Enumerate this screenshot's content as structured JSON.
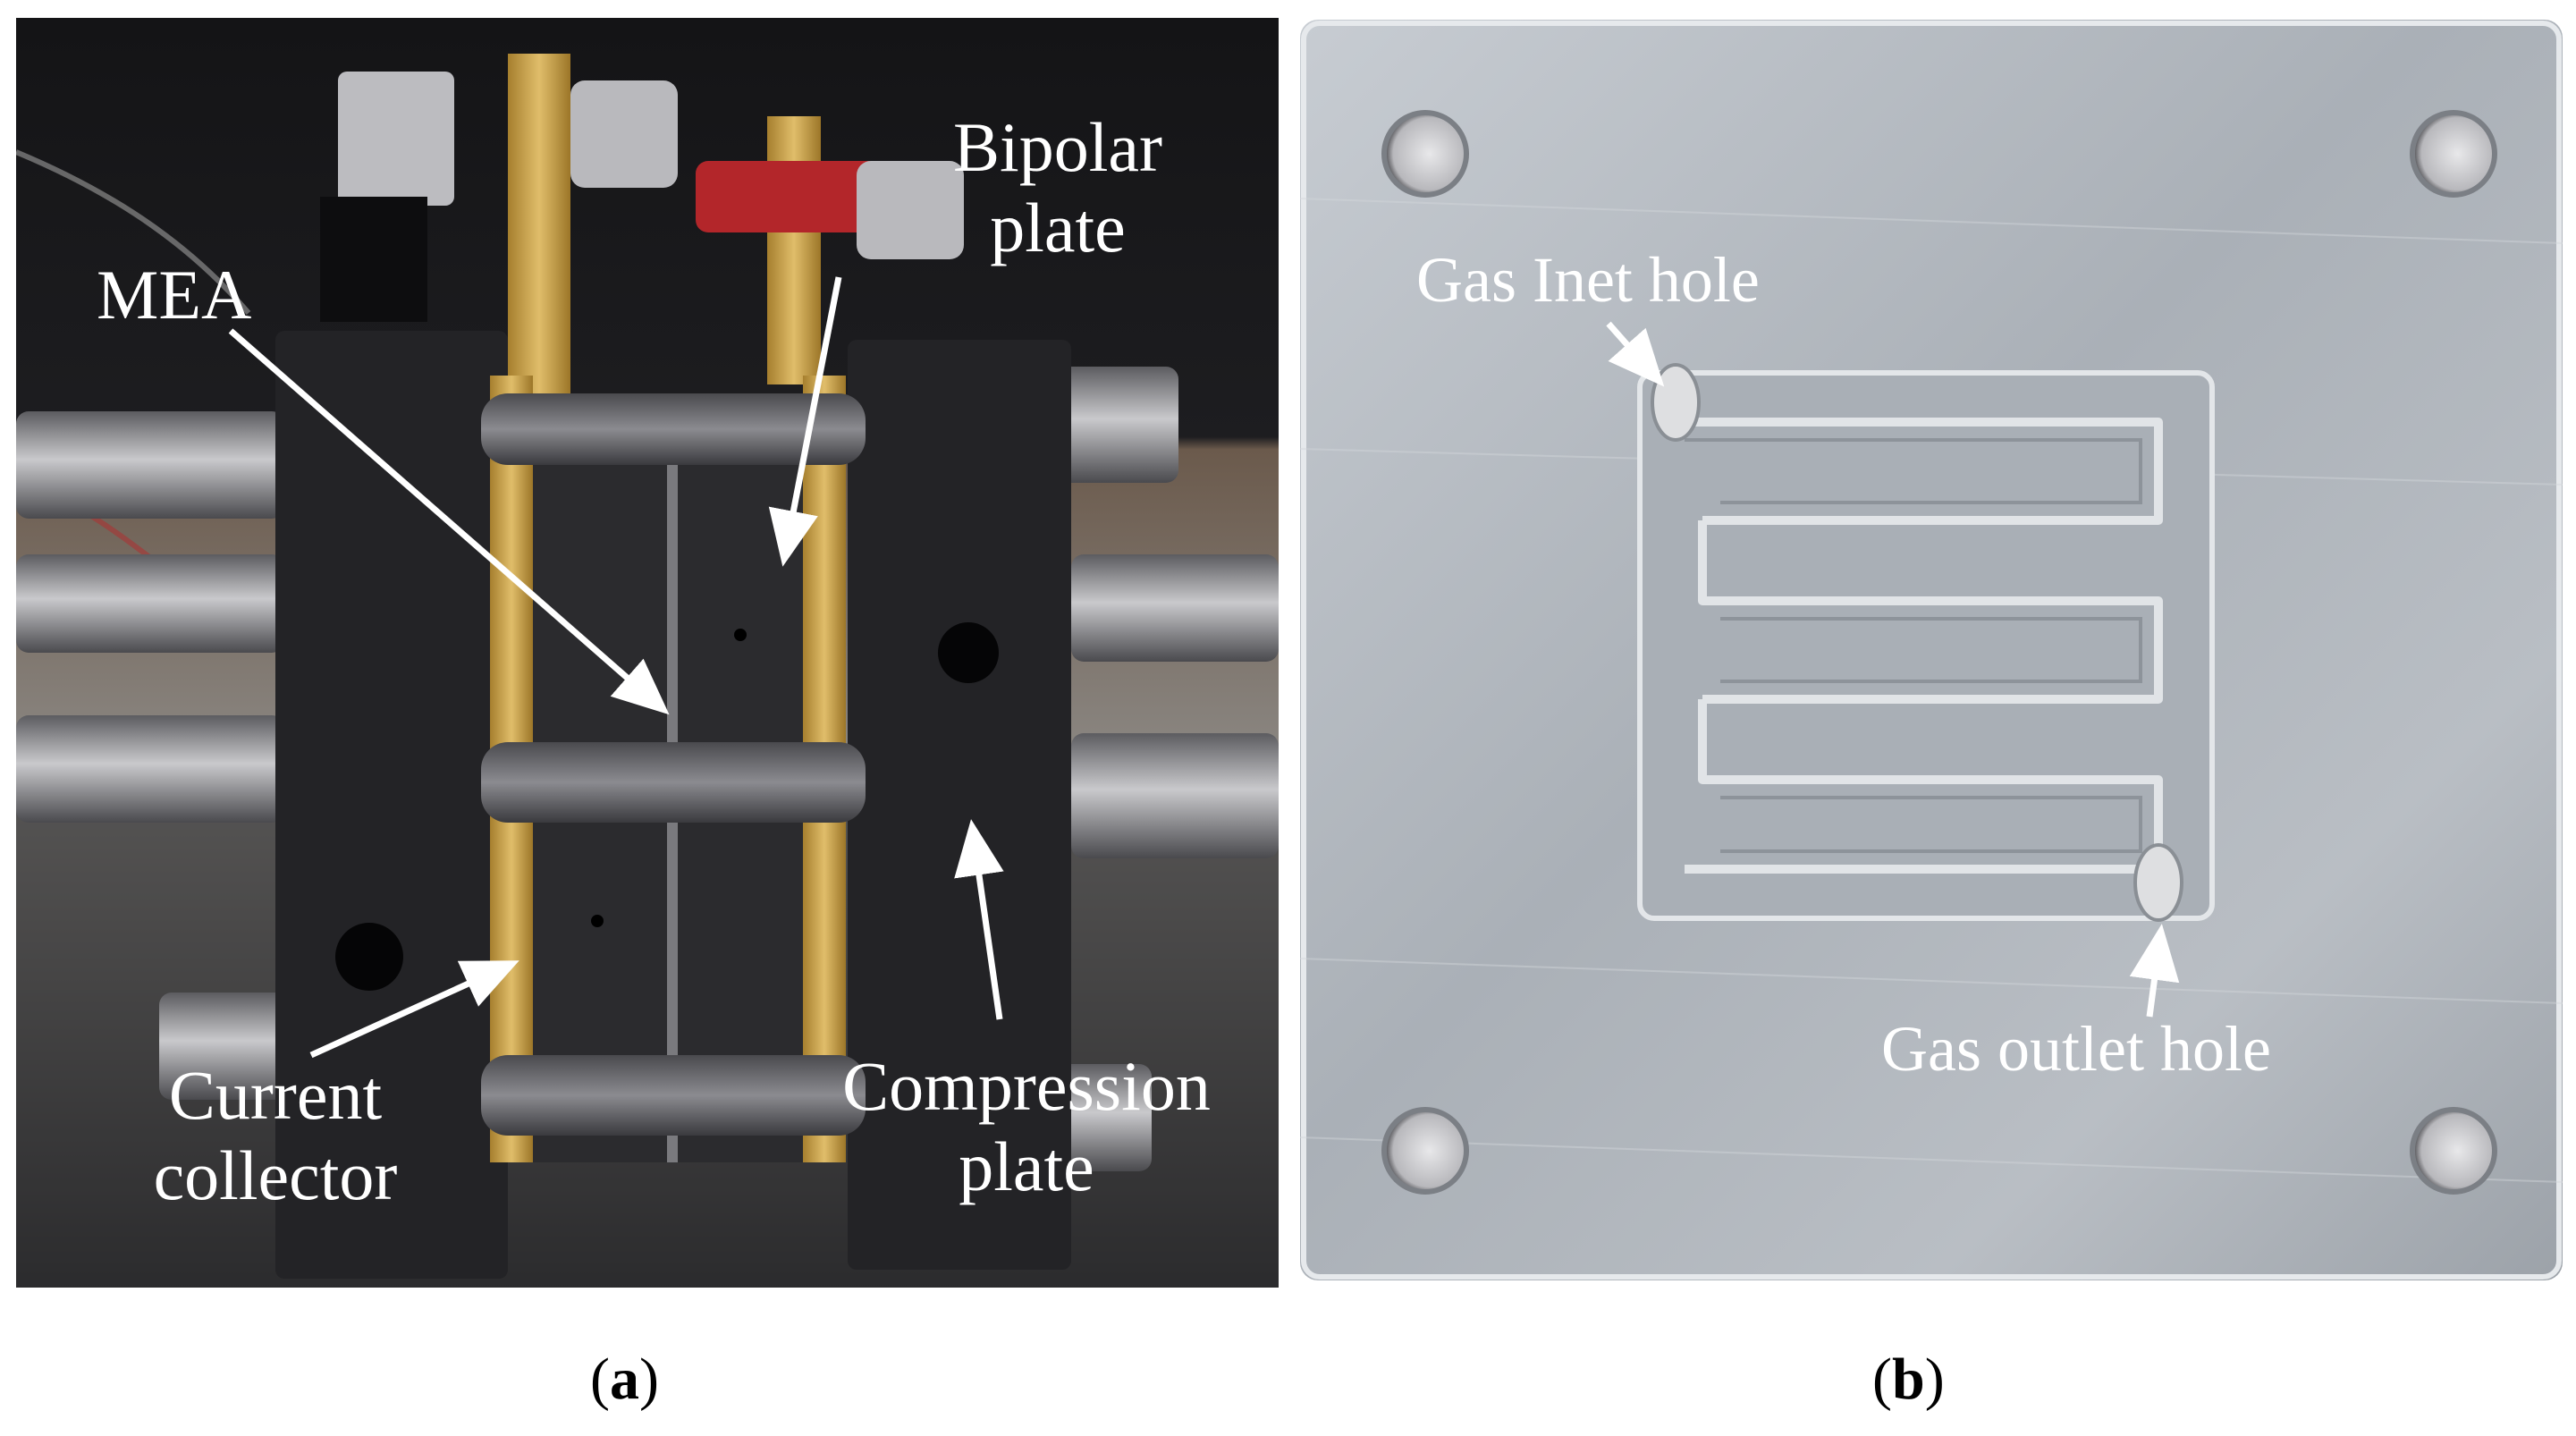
{
  "panel_a": {
    "labels": {
      "bipolar": "Bipolar\nplate",
      "mea": "MEA",
      "current": "Current\ncollector",
      "compression": "Compression\nplate"
    },
    "caption_open": "(",
    "caption_letter": "a",
    "caption_close": ")"
  },
  "panel_b": {
    "labels": {
      "inlet": "Gas Inet hole",
      "outlet": "Gas outlet hole"
    },
    "caption_open": "(",
    "caption_letter": "b",
    "caption_close": ")"
  },
  "colors": {
    "label_text": "#ffffff",
    "caption_text": "#000000",
    "photo_a_background": "#1c1c1f",
    "gold_plate": "#c9a24a",
    "aluminum": "#b9bec4"
  }
}
